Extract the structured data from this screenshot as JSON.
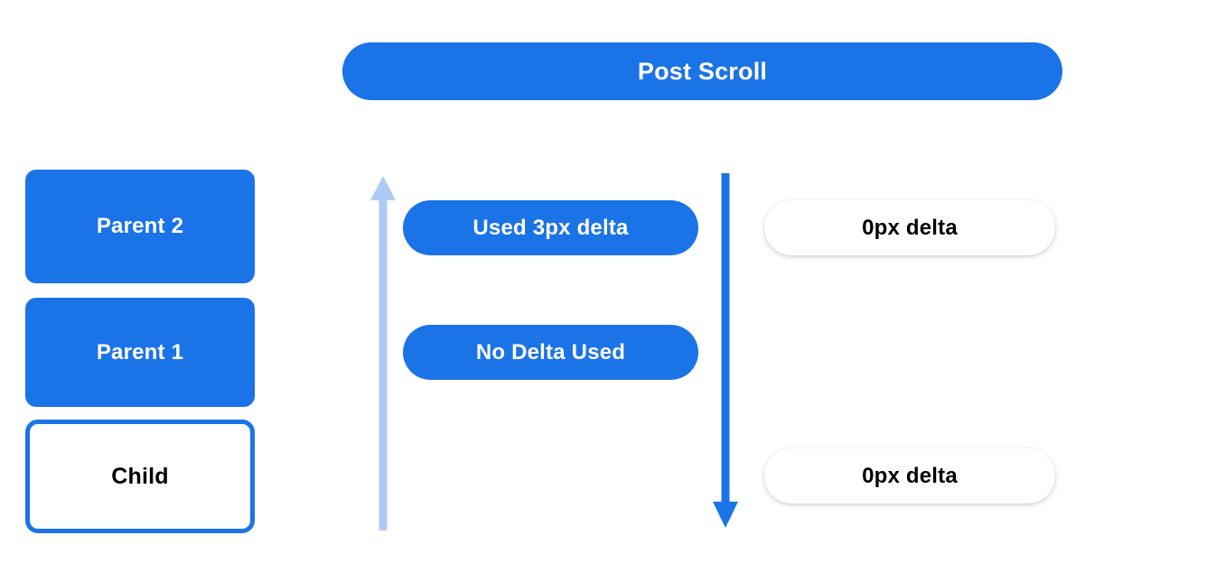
{
  "colors": {
    "brand_blue": "#1b73e8",
    "arrow_light_blue": "#aecbf5",
    "arrow_solid_blue": "#1b73e8",
    "background": "#ffffff",
    "text_on_blue": "#ffffff",
    "text_dark": "#000000"
  },
  "banner": {
    "title": "Post Scroll"
  },
  "node_stack": {
    "boxes": [
      {
        "label": "Parent 2",
        "style": "filled"
      },
      {
        "label": "Parent 1",
        "style": "filled"
      },
      {
        "label": "Child",
        "style": "outlined"
      }
    ]
  },
  "arrows": [
    {
      "name": "scroll-up-arrow",
      "direction": "up",
      "color": "#aecbf5",
      "emphasis": "muted"
    },
    {
      "name": "scroll-down-arrow",
      "direction": "down",
      "color": "#1b73e8",
      "emphasis": "strong"
    }
  ],
  "delta_pills": {
    "consumed": [
      {
        "label": "Used 3px delta"
      },
      {
        "label": "No Delta Used"
      }
    ],
    "remaining": [
      {
        "label": "0px delta"
      },
      {
        "label": "0px delta"
      }
    ]
  }
}
